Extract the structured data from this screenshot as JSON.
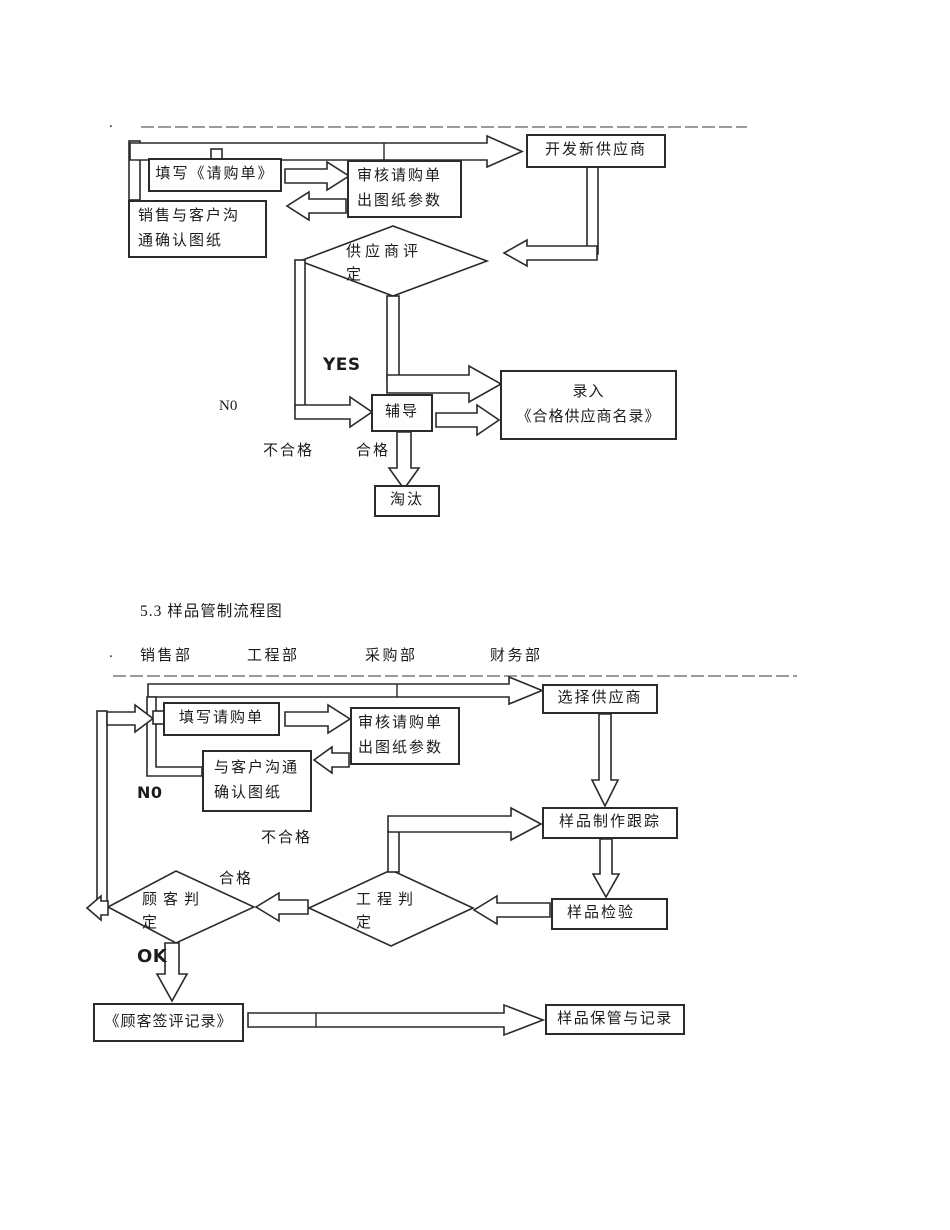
{
  "document": {
    "bullet_top": ".",
    "bullet_section": ".",
    "section_title": "5.3 样品管制流程图"
  },
  "supplier_flowchart": {
    "nodes": {
      "fill_form": "填写《请购单》",
      "review": "审核请购单\n出图纸参数",
      "develop_supplier": "开发新供应商",
      "sales_confirm": "销售与客户沟\n通确认图纸",
      "supplier_evaluation": "供应商评定",
      "coach": "辅导",
      "enroll": "录入\n《合格供应商名录》",
      "eliminate": "淘汰"
    },
    "labels": {
      "yes": "YES",
      "no": "N0",
      "unqualified": "不合格",
      "qualified": "合格"
    }
  },
  "sample_flowchart": {
    "departments": [
      "销售部",
      "工程部",
      "采购部",
      "财务部"
    ],
    "nodes": {
      "fill_form": "填写请购单",
      "review": "审核请购单\n出图纸参数",
      "customer_confirm": "与客户沟通\n确认图纸",
      "select_supplier": "选择供应商",
      "sample_tracking": "样品制作跟踪",
      "sample_inspection": "样品检验",
      "engineering_judgement": "工程判定",
      "customer_judgement": "顾客判定",
      "sign_record": "《顾客签评记录》",
      "sample_keeping": "样品保管与记录"
    },
    "labels": {
      "no": "N0",
      "unqualified": "不合格",
      "qualified": "合格",
      "ok": "OK"
    }
  }
}
